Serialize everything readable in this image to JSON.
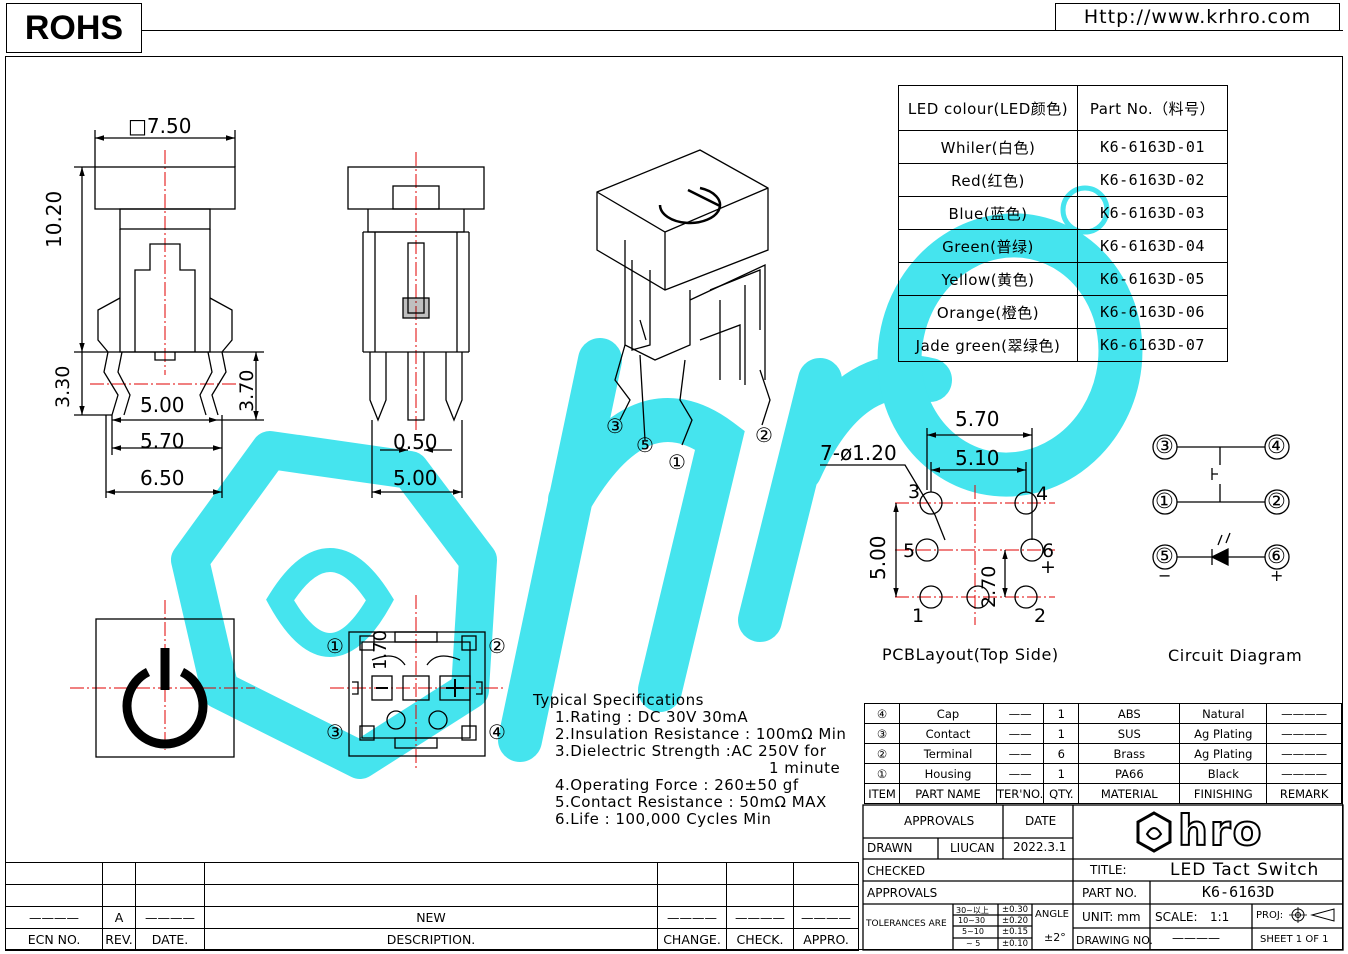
{
  "header": {
    "rohs": "ROHS",
    "url": "Http://www.krhro.com"
  },
  "front_view": {
    "dim_width": "□7.50",
    "dim_height": "10.20",
    "dim_pin": "3.30",
    "dim_pin2": "3.70",
    "dim_500": "5.00",
    "dim_570": "5.70",
    "dim_650": "6.50"
  },
  "side_view": {
    "dim_050": "0.50",
    "dim_500": "5.00"
  },
  "iso_view": {
    "pins": [
      "③",
      "⑤",
      "①",
      "②"
    ]
  },
  "pcb": {
    "dim_570": "5.70",
    "dim_510": "5.10",
    "holes": "7-ø1.20",
    "dim_500": "5.00",
    "dim_270": "2.70",
    "pin_labels": [
      "3",
      "4",
      "5",
      "6",
      "1",
      "2"
    ],
    "plus": "+",
    "caption": "PCBLayout(Top Side)"
  },
  "bottom_view": {
    "pins": [
      "①",
      "②",
      "③",
      "④"
    ],
    "dim_170": "1.70"
  },
  "circuit": {
    "caption": "Circuit Diagram",
    "nodes": [
      "③",
      "④",
      "①",
      "②",
      "⑤",
      "⑥"
    ],
    "minus": "−",
    "plus": "+"
  },
  "led_table": {
    "headers": [
      "LED colour(LED颜色)",
      "Part No.（料号）"
    ],
    "rows": [
      [
        "Whiler(白色)",
        "K6-6163D-01"
      ],
      [
        "Red(红色)",
        "K6-6163D-02"
      ],
      [
        "Blue(蓝色)",
        "K6-6163D-03"
      ],
      [
        "Green(普绿)",
        "K6-6163D-04"
      ],
      [
        "Yellow(黄色)",
        "K6-6163D-05"
      ],
      [
        "Orange(橙色)",
        "K6-6163D-06"
      ],
      [
        "Jade green(翠绿色)",
        "K6-6163D-07"
      ]
    ]
  },
  "specs": {
    "title": "Typical Specifications",
    "lines": [
      "1.Rating : DC 30V 30mA",
      "2.Insulation Resistance : 100mΩ Min",
      "3.Dielectric Strength :AC 250V for",
      "1 minute",
      "4.Operating Force : 260±50 gf",
      "5.Contact Resistance : 50mΩ MAX",
      "6.Life : 100,000 Cycles Min"
    ]
  },
  "bom": {
    "rows": [
      [
        "④",
        "Cap",
        "——",
        "1",
        "ABS",
        "Natural",
        "————"
      ],
      [
        "③",
        "Contact",
        "——",
        "1",
        "SUS",
        "Ag Plating",
        "————"
      ],
      [
        "②",
        "Terminal",
        "——",
        "6",
        "Brass",
        "Ag Plating",
        "————"
      ],
      [
        "①",
        "Housing",
        "——",
        "1",
        "PA66",
        "Black",
        "————"
      ]
    ],
    "headers": [
      "ITEM",
      "PART NAME",
      "TER'NO.",
      "QTY.",
      "MATERIAL",
      "FINISHING",
      "REMARK"
    ]
  },
  "title_block": {
    "approvals": "APPROVALS",
    "date": "DATE",
    "drawn": "DRAWN",
    "drawn_by": "LIUCAN",
    "drawn_date": "2022.3.1",
    "checked": "CHECKED",
    "approvals2": "APPROVALS",
    "title_label": "TITLE:",
    "title": "LED Tact Switch",
    "part_no_label": "PART NO.",
    "part_no": "K6-6163D",
    "tolerances": "TOLERANCES ARE",
    "tol_ranges": [
      "30~以上",
      "10~30",
      "5~10",
      "~ 5"
    ],
    "tol_values": [
      "±0.30",
      "±0.20",
      "±0.15",
      "±0.10"
    ],
    "angle": "ANGLE",
    "angle_value": "±2°",
    "unit": "UNIT: mm",
    "scale": "SCALE:",
    "scale_value": "1:1",
    "proj": "PROJ:",
    "drawing_no": "DRAWING NO.",
    "drawing_no_value": "————",
    "sheet": "SHEET 1 OF 1",
    "logo": "hro"
  },
  "revision": {
    "row": [
      "————",
      "A",
      "————",
      "NEW",
      "————",
      "————",
      "————"
    ],
    "headers": [
      "ECN NO.",
      "REV.",
      "DATE.",
      "DESCRIPTION.",
      "CHANGE.",
      "CHECK.",
      "APPRO."
    ]
  },
  "colors": {
    "line": "#000000",
    "centerline": "#e00000",
    "watermark": "#3be3ee"
  }
}
